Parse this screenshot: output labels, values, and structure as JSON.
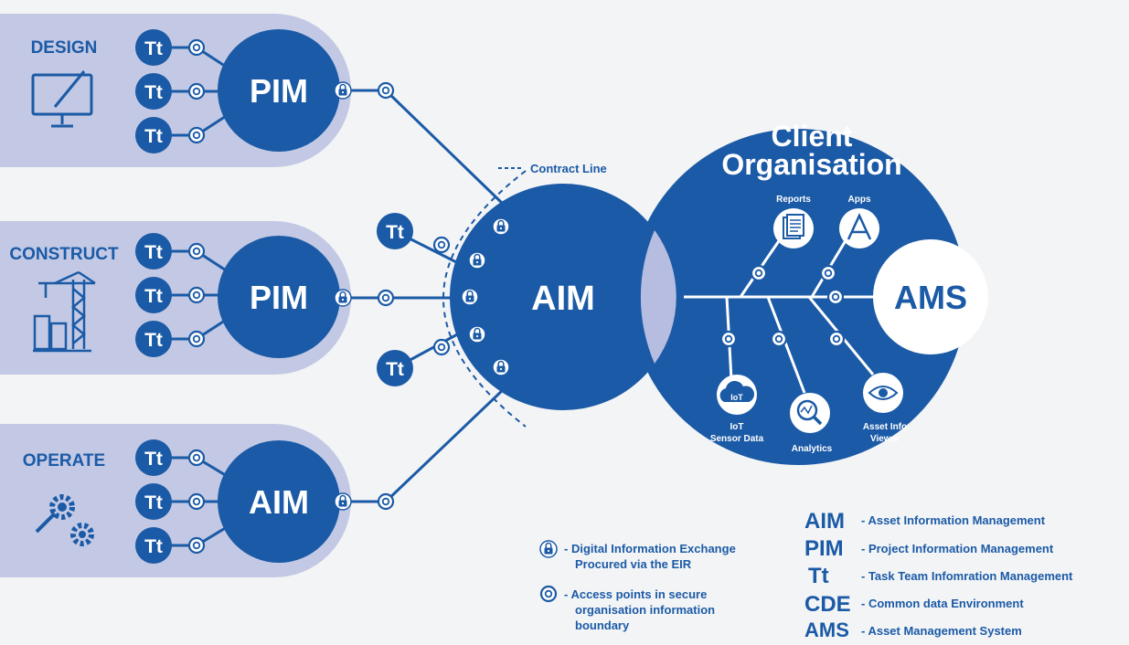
{
  "stages": [
    {
      "label": "DESIGN",
      "hub": "PIM",
      "node": "Tt"
    },
    {
      "label": "CONSTRUCT",
      "hub": "PIM",
      "node": "Tt"
    },
    {
      "label": "OPERATE",
      "hub": "AIM",
      "node": "Tt"
    }
  ],
  "contract_line": "Contract Line",
  "central": {
    "label": "AIM",
    "node": "Tt"
  },
  "client": {
    "title_line1": "Client",
    "title_line2": "Organisation",
    "ams": "AMS",
    "reports": "Reports",
    "apps": "Apps",
    "iot_line1": "IoT",
    "iot_line2": "Sensor Data",
    "iot_icon": "IoT",
    "analytics": "Analytics",
    "viewer_line1": "Asset Info",
    "viewer_line2": "Viewer"
  },
  "icon_legend": [
    {
      "icon": "lock-icon",
      "line1": "- Digital Information Exchange",
      "line2": "Procured via the EIR",
      "line3": ""
    },
    {
      "icon": "access-point-icon",
      "line1": "- Access points in secure",
      "line2": "organisation information",
      "line3": "boundary"
    }
  ],
  "abbreviations": [
    {
      "abbr": "AIM",
      "desc": "- Asset Information Management"
    },
    {
      "abbr": "PIM",
      "desc": "- Project Information Management"
    },
    {
      "abbr": "Tt",
      "desc": "- Task Team Infomration Management"
    },
    {
      "abbr": "CDE",
      "desc": "- Common data Environment"
    },
    {
      "abbr": "AMS",
      "desc": "- Asset Management System"
    }
  ],
  "colors": {
    "primary": "#1b5aa6",
    "band": "#c3c9e4",
    "light": "#b7bde0",
    "background": "#f3f4f6"
  }
}
